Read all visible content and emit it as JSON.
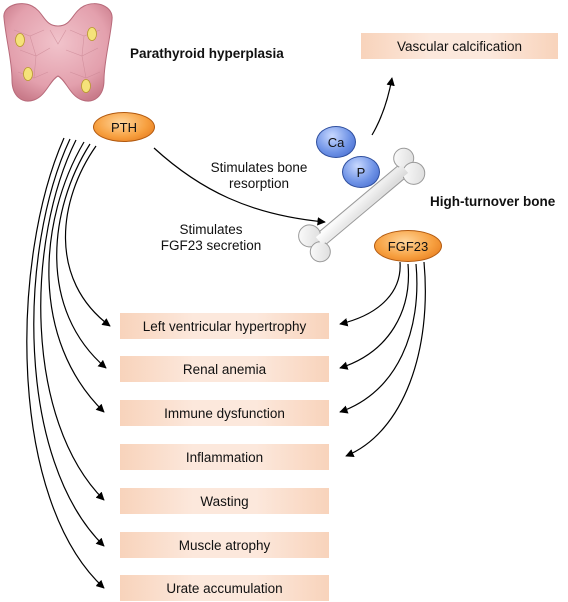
{
  "labels": {
    "title_left": "Parathyroid hyperplasia",
    "title_right": "High-turnover bone",
    "stimulates_bone": "Stimulates bone resorption",
    "stimulates_bone_l1": "Stimulates bone",
    "stimulates_bone_l2": "resorption",
    "stimulates_fgf23_l1": "Stimulates",
    "stimulates_fgf23_l2": "FGF23 secretion"
  },
  "nodes": {
    "pth": "PTH",
    "fgf23": "FGF23",
    "ca": "Ca",
    "p": "P"
  },
  "top_effect": "Vascular calcification",
  "effects": [
    "Left ventricular hypertrophy",
    "Renal anemia",
    "Immune dysfunction",
    "Inflammation",
    "Wasting",
    "Muscle atrophy",
    "Urate accumulation"
  ],
  "colors": {
    "box_fill": "#fce8dc",
    "box_edge": "#f8d3bb",
    "pth_fill": "#f7a040",
    "mineral_fill": "#6f93e6",
    "gland_fill": "#e8a7b3"
  }
}
